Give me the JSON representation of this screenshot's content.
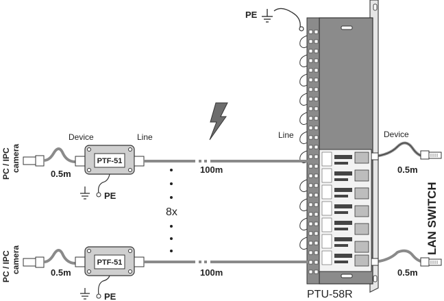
{
  "labels": {
    "pe_top": "PE",
    "line_rack": "Line",
    "device_right": "Device",
    "cable_right_top": "0.5m",
    "cable_right_bottom": "0.5m",
    "switch": "LAN SWITCH",
    "unit": "PTU-58R",
    "left_top": {
      "pc_line1": "PC / IPC",
      "pc_line2": "camera",
      "device": "Device",
      "line": "Line",
      "cable": "0.5m",
      "protector": "PTF-51",
      "pe": "PE",
      "distance": "100m"
    },
    "left_bottom": {
      "pc_line1": "PC / IPC",
      "pc_line2": "camera",
      "cable": "0.5m",
      "protector": "PTF-51",
      "pe": "PE",
      "distance": "100m"
    },
    "multiplier": "8x"
  }
}
